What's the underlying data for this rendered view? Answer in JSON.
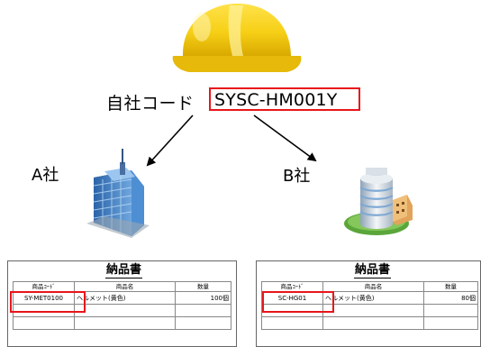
{
  "company_code": {
    "prefix": "自社コード",
    "value": "SYSC-HM001Y"
  },
  "companies": [
    {
      "label": "A社",
      "invoice": {
        "title": "納品書",
        "headers": [
          "商品ｺｰﾄﾞ",
          "商品名",
          "数量"
        ],
        "rows": [
          [
            "SY-MET0100",
            "ヘルメット(黄色)",
            "100個"
          ],
          [
            "",
            "",
            ""
          ],
          [
            "",
            "",
            ""
          ]
        ]
      }
    },
    {
      "label": "B社",
      "invoice": {
        "title": "納品書",
        "headers": [
          "商品ｺｰﾄﾞ",
          "商品名",
          "数量"
        ],
        "rows": [
          [
            "SC-HG01",
            "ヘルメット(黄色)",
            "80個"
          ],
          [
            "",
            "",
            ""
          ],
          [
            "",
            "",
            ""
          ]
        ]
      }
    }
  ],
  "colors": {
    "highlight": "#e8161b",
    "helmet": "#f6cf16",
    "building_a": "#3f7fc4",
    "building_b": "#cfd6df"
  },
  "icons": [
    "helmet-icon",
    "office-building-icon",
    "round-office-building-icon"
  ]
}
